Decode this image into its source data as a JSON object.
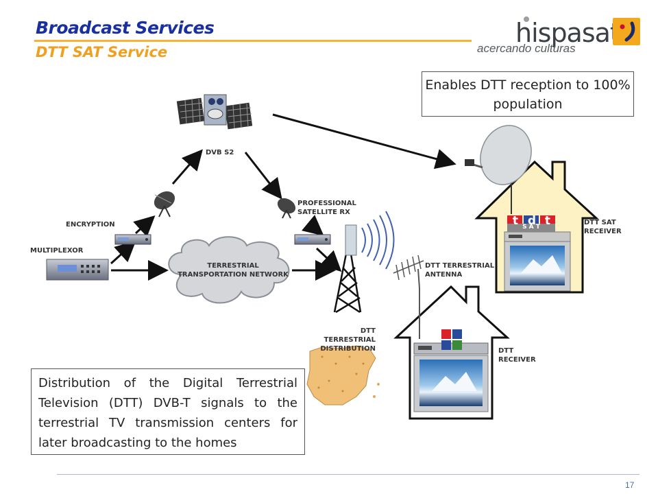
{
  "header": {
    "title": "Broadcast Services",
    "subtitle": "DTT SAT Service"
  },
  "logo": {
    "name": "hispasat",
    "tagline": "acercando culturas",
    "accent_color": "#f4a81d"
  },
  "callouts": {
    "top": "Enables DTT reception to 100% population",
    "bottom": "Distribution of the Digital Terrestrial Television (DTT) DVB-T signals to the terrestrial TV transmission centers for later broadcasting to the homes"
  },
  "diagram": {
    "nodes": {
      "dvb_s2": "DVB S2",
      "encryption": "ENCRYPTION",
      "multiplexor": "MULTIPLEXOR",
      "professional_rx_1": "PROFESSIONAL",
      "professional_rx_2": "SATELLITE RX",
      "network_1": "TERRESTRIAL",
      "network_2": "TRANSPORTATION  NETWORK",
      "dtt_antenna_1": "DTT  TERRESTRIAL",
      "dtt_antenna_2": "ANTENNA",
      "dtt_distribution_1": "DTT   TERRESTRIAL",
      "dtt_distribution_2": "DISTRIBUTION",
      "dtt_sat_receiver_1": "DTT  SAT",
      "dtt_sat_receiver_2": "RECEIVER",
      "dtt_receiver_1": "DTT",
      "dtt_receiver_2": "RECEIVER"
    },
    "tdt_logo": {
      "letters": [
        "t",
        "d",
        "t"
      ],
      "sat_text": "S A T"
    }
  },
  "footer": {
    "page_number": "17"
  }
}
